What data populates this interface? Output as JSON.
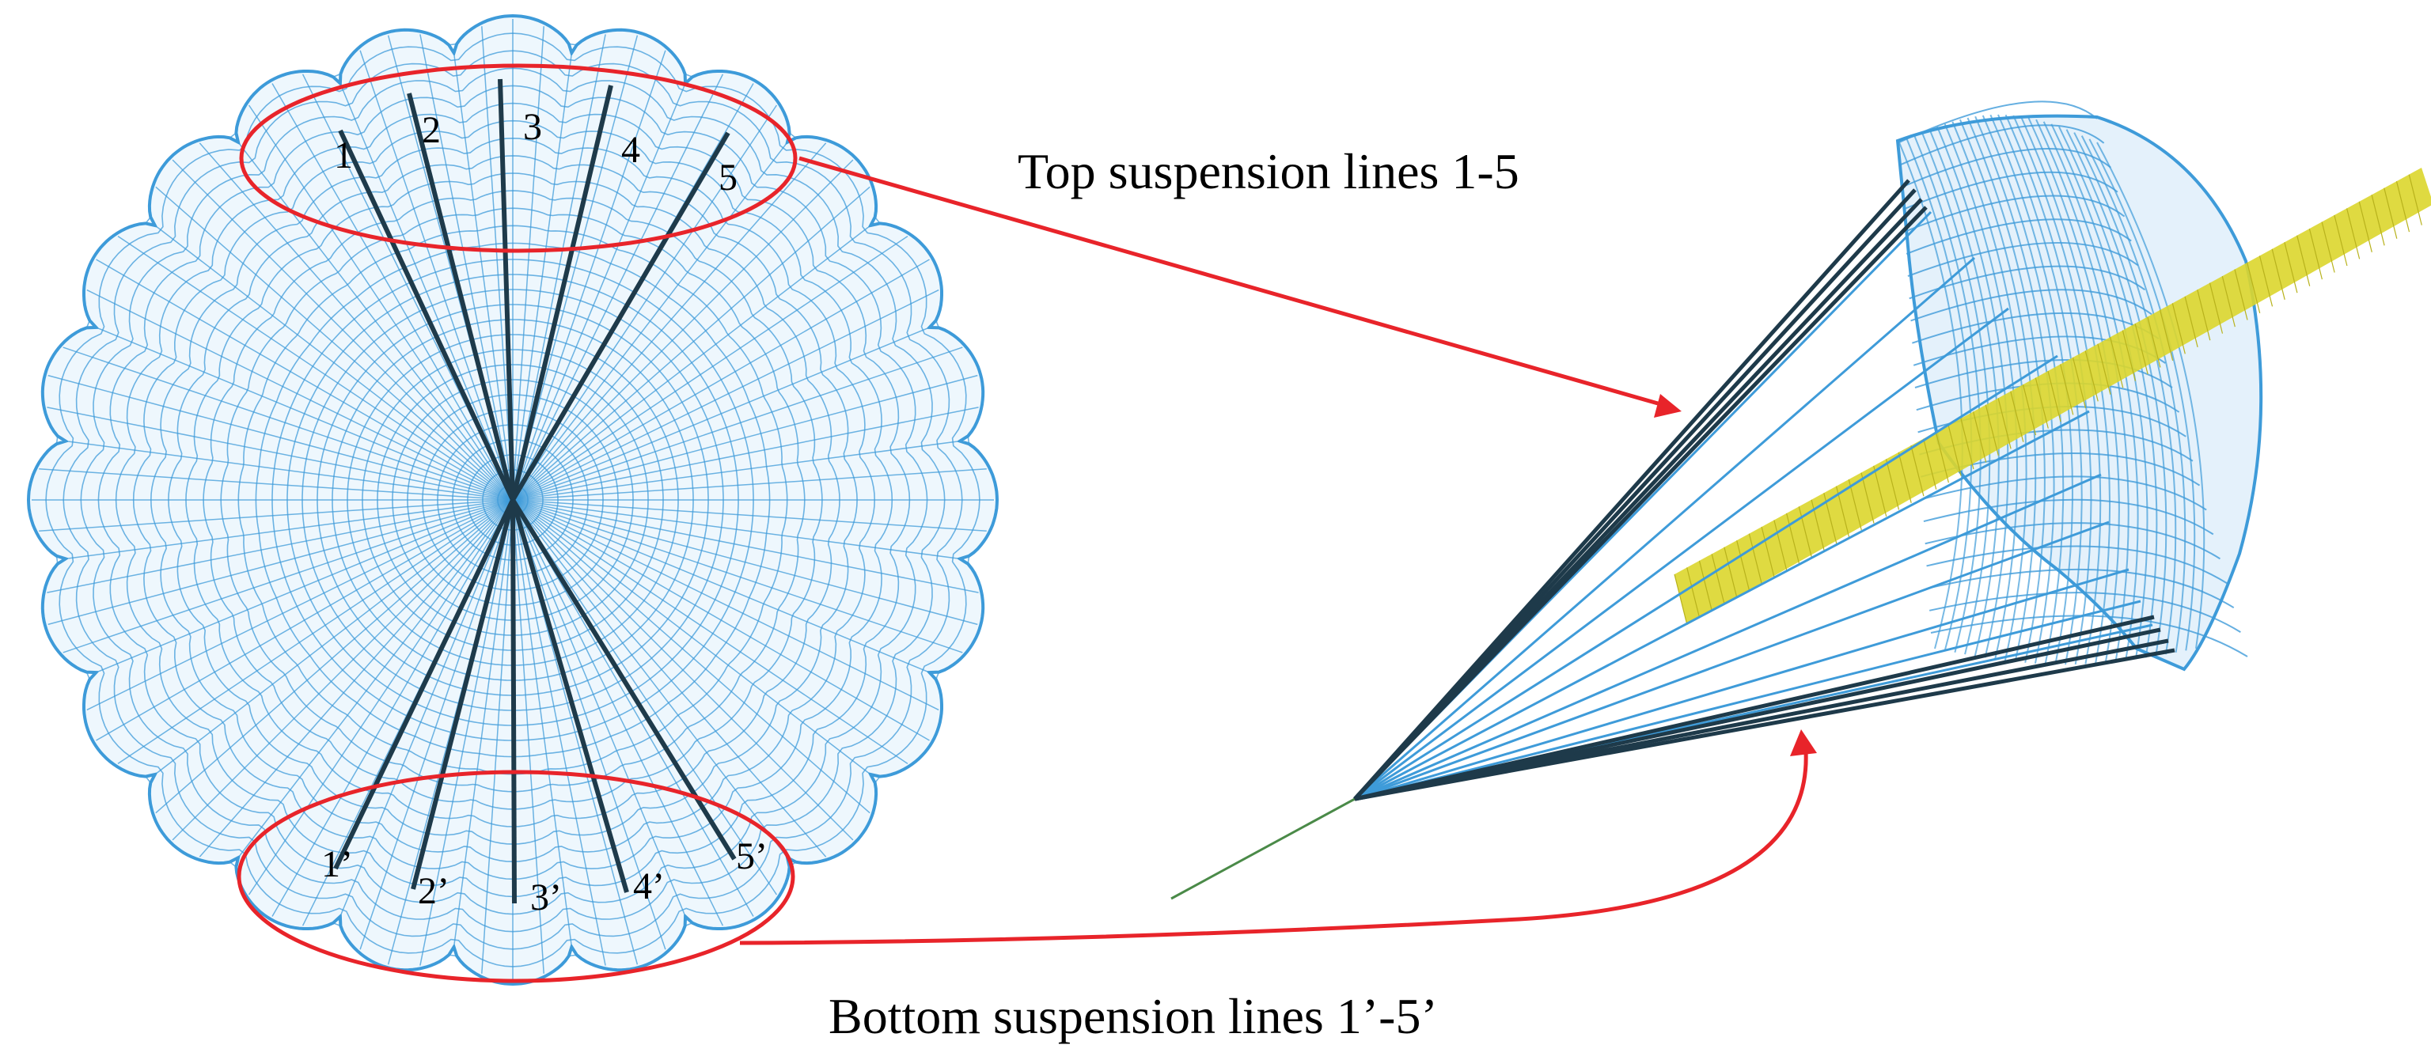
{
  "colors": {
    "mesh": "#3e9bd9",
    "line": "#1e3a4a",
    "highlight": "#e8242a",
    "rod": "#dcd62c",
    "cord": "#4a8a48",
    "text": "#000000"
  },
  "captions": {
    "top": "Top suspension lines 1-5",
    "bottom": "Bottom suspension lines 1’-5’"
  },
  "top_labels": [
    "1",
    "2",
    "3",
    "4",
    "5"
  ],
  "bottom_labels": [
    "1’",
    "2’",
    "3’",
    "4’",
    "5’"
  ]
}
